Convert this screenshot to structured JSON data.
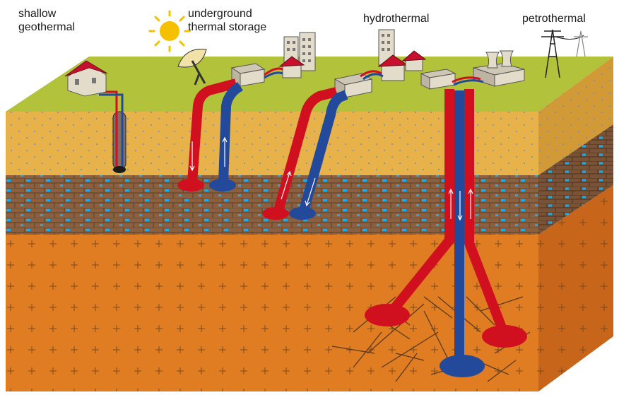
{
  "labels": {
    "shallow": [
      "shallow",
      "geothermal"
    ],
    "storage": [
      "underground",
      "thermal storage"
    ],
    "hydro": "hydrothermal",
    "petro": "petrothermal"
  },
  "colors": {
    "grass": "#b2c23a",
    "grass_edge": "#9cab2c",
    "sand": "#e8b24a",
    "sand_side": "#d19a36",
    "brick": "#8a6040",
    "brick_line": "#5e3f26",
    "water": "#25a9e6",
    "rock": "#e07d22",
    "rock_side": "#c7661a",
    "hot_pipe": "#d0101e",
    "cold_pipe": "#234a9a",
    "building": "#e4dccb",
    "roof": "#c8102e",
    "sun": "#f5c000"
  }
}
